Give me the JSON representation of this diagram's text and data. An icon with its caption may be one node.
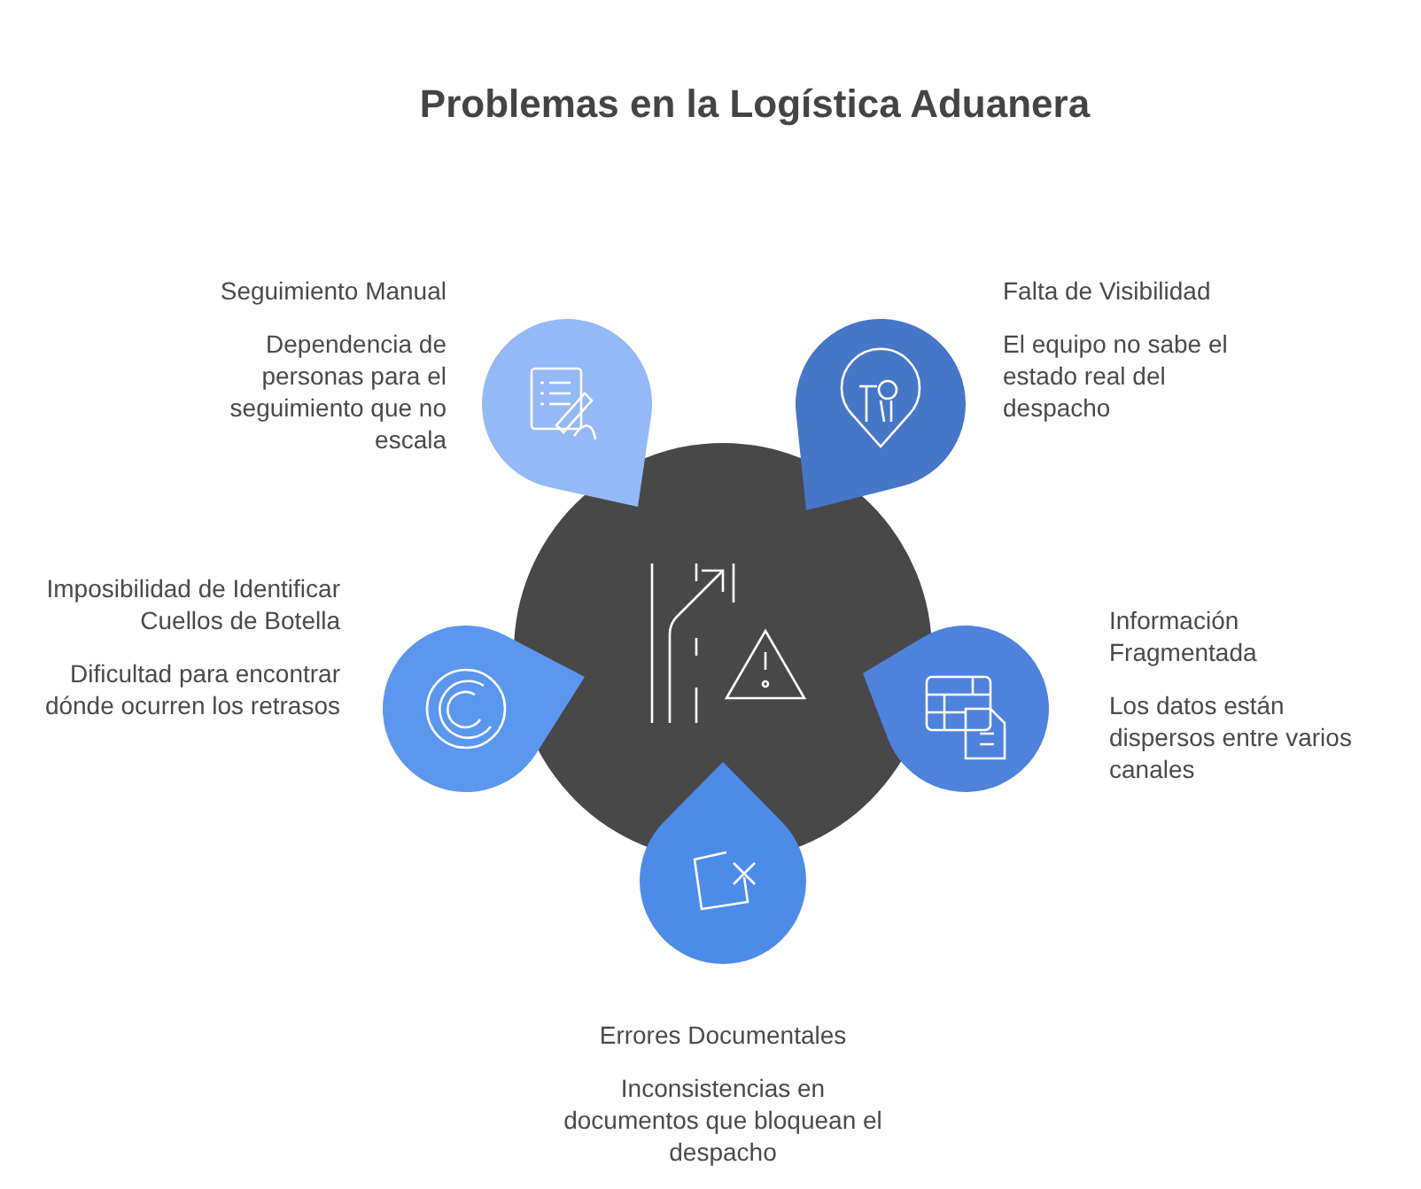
{
  "diagram": {
    "title": "Problemas en la Logística Aduanera",
    "nodes": [
      {
        "text": [],
        "shape": "circle"
      },
      {
        "text": [
          "Seguimiento Manual",
          "Dependencia de personas para el seguimiento que no escala"
        ]
      },
      {
        "text": [
          "Falta de Visibilidad",
          "El equipo no sabe el estado real del despacho"
        ]
      },
      {
        "text": [
          "Imposibilidad de Identificar Cuellos de Botella",
          "Dificultad para encontrar dónde ocurren los retrasos"
        ]
      },
      {
        "text": [
          "Información Fragmentada",
          "Los datos están dispersos entre varios canales"
        ]
      },
      {
        "text": [
          "Errores Documentales",
          "Inconsistencias en documentos que bloquean el despacho"
        ]
      }
    ]
  }
}
